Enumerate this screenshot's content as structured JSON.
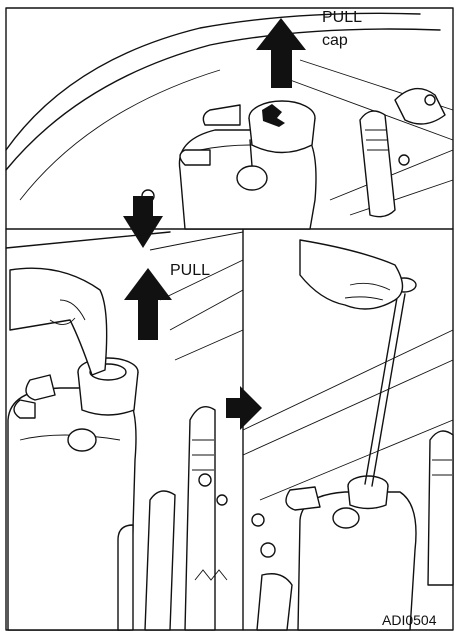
{
  "panels": {
    "top": {
      "label_pull": "PULL",
      "label_cap": "cap"
    },
    "bottom_left": {
      "label_pull": "PULL"
    },
    "bottom_right": {}
  },
  "figure_code": "ADI0504"
}
